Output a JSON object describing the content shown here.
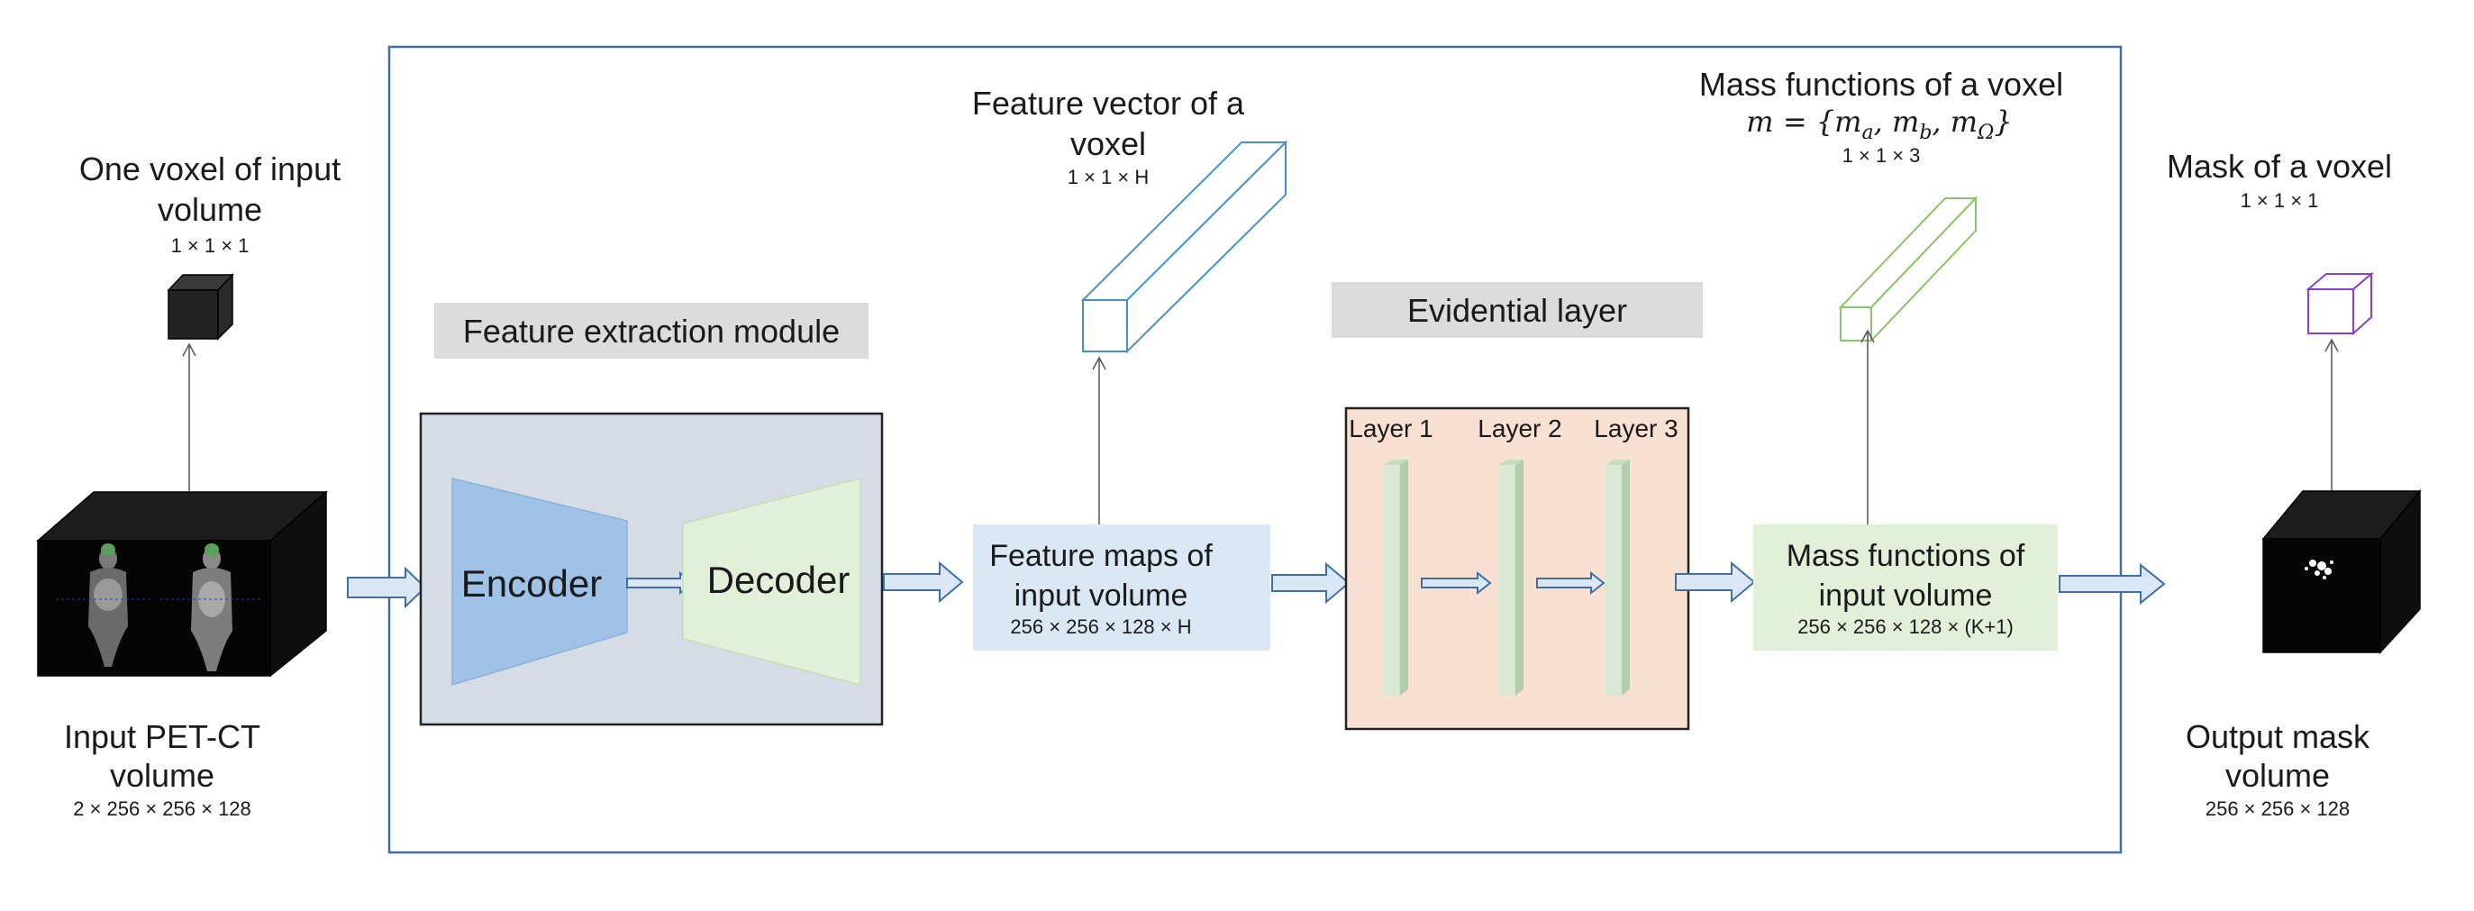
{
  "input": {
    "voxel_title_1": "One voxel of input",
    "voxel_title_2": "volume",
    "voxel_dims": "1 × 1 × 1",
    "volume_title_1": "Input PET-CT",
    "volume_title_2": "volume",
    "volume_dims": "2 × 256 × 256 × 128"
  },
  "feature_extraction": {
    "header": "Feature extraction module",
    "encoder": "Encoder",
    "decoder": "Decoder"
  },
  "feature_vector": {
    "title_1": "Feature vector of a",
    "title_2": "voxel",
    "dims": "1 × 1 × H"
  },
  "feature_maps": {
    "title_1": "Feature maps of",
    "title_2": "input volume",
    "dims": "256 × 256 × 128 × H"
  },
  "evidential": {
    "header": "Evidential layer",
    "layers": [
      "Layer 1",
      "Layer 2",
      "Layer 3"
    ]
  },
  "mass_voxel": {
    "title": "Mass functions of a voxel",
    "formula_lhs": "m = {",
    "formula_parts": [
      "m",
      "a",
      ", m",
      "b",
      ", m",
      "Ω",
      "}"
    ],
    "dims": "1 × 1 × 3"
  },
  "mass_volume": {
    "title_1": "Mass functions of",
    "title_2": "input volume",
    "dims": "256 × 256 × 128 × (K+1)"
  },
  "output": {
    "voxel_title": "Mask of a voxel",
    "voxel_dims": "1 × 1 × 1",
    "volume_title_1": "Output mask",
    "volume_title_2": "volume",
    "volume_dims": "256 × 256 × 128"
  },
  "colors": {
    "frame": "#3f6fa5",
    "header_bg": "#dcdcdc",
    "module_bg": "#d5dce6",
    "encoder": "#9fc2e6",
    "decoder": "#e3f0d9",
    "feature_maps_bg": "#dae8f5",
    "evidential_bg": "#f8e1d3",
    "mass_bg": "#e3f0d9",
    "layer_bar": "#d9e8d3",
    "feature_vector_stroke": "#4a8fd0",
    "mass_vector_stroke": "#8cc46a",
    "mask_voxel_stroke": "#8a3fd0"
  }
}
